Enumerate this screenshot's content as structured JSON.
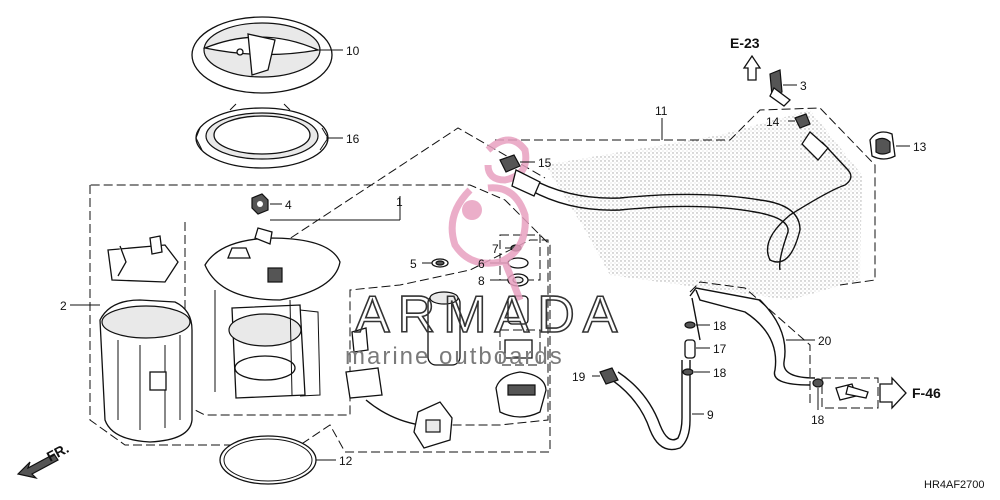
{
  "diagram": {
    "parts": [
      {
        "id": "p1",
        "label": "1"
      },
      {
        "id": "p2",
        "label": "2"
      },
      {
        "id": "p3",
        "label": "3"
      },
      {
        "id": "p4",
        "label": "4"
      },
      {
        "id": "p5",
        "label": "5"
      },
      {
        "id": "p6",
        "label": "6"
      },
      {
        "id": "p7",
        "label": "7"
      },
      {
        "id": "p8",
        "label": "8"
      },
      {
        "id": "p9",
        "label": "9"
      },
      {
        "id": "p10",
        "label": "10"
      },
      {
        "id": "p11",
        "label": "11"
      },
      {
        "id": "p12",
        "label": "12"
      },
      {
        "id": "p13",
        "label": "13"
      },
      {
        "id": "p14",
        "label": "14"
      },
      {
        "id": "p15",
        "label": "15"
      },
      {
        "id": "p16",
        "label": "16"
      },
      {
        "id": "p17",
        "label": "17"
      },
      {
        "id": "p18a",
        "label": "18"
      },
      {
        "id": "p18b",
        "label": "18"
      },
      {
        "id": "p18c",
        "label": "18"
      },
      {
        "id": "p19",
        "label": "19"
      },
      {
        "id": "p20",
        "label": "20"
      }
    ],
    "refs": {
      "e23": "E-23",
      "f46": "F-46"
    },
    "direction_label": "FR.",
    "diagram_code": "HR4AF2700"
  },
  "watermark": {
    "brand": "ARMADA",
    "tagline": "marine outboards",
    "brand_color": "#e8a0c0"
  }
}
